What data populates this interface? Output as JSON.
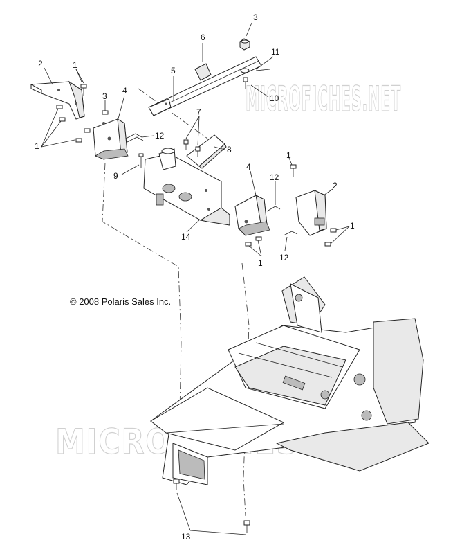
{
  "diagram": {
    "copyright": "© 2008 Polaris Sales Inc.",
    "watermark": "MICROFICHES.NET",
    "callouts": [
      "1",
      "2",
      "3",
      "4",
      "5",
      "6",
      "7",
      "8",
      "9",
      "10",
      "11",
      "12",
      "13",
      "14"
    ]
  }
}
